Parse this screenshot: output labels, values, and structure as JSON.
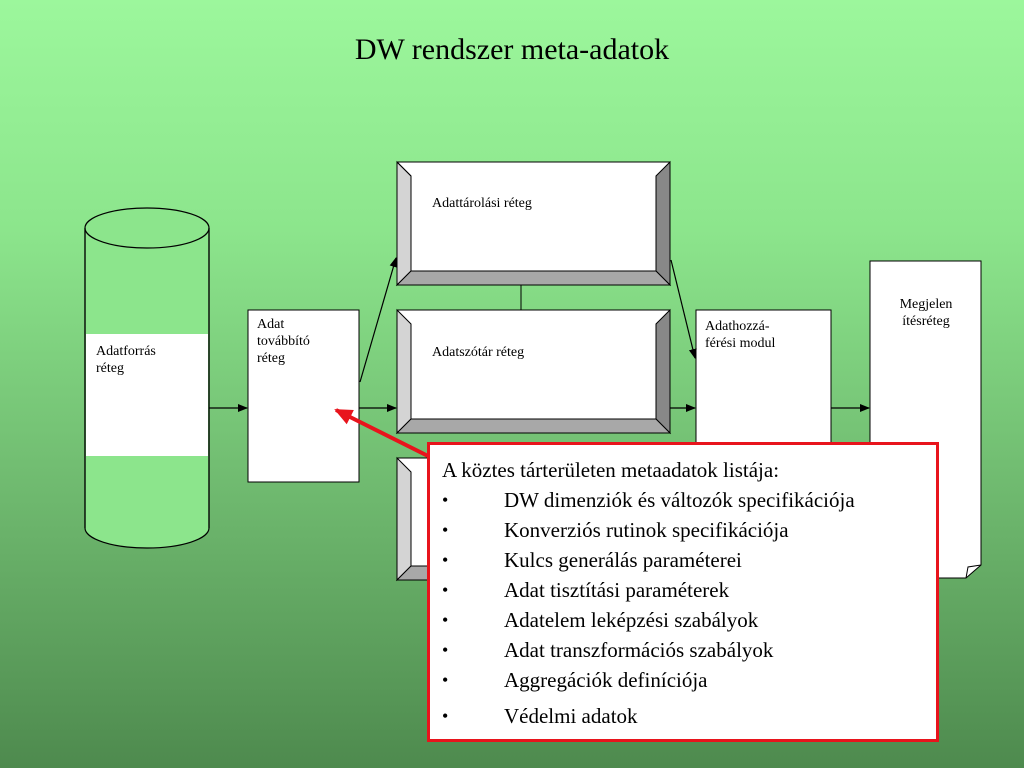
{
  "slide": {
    "title": "DW rendszer meta-adatok"
  },
  "nodes": {
    "datasource": "Adatforrás\nréteg",
    "transfer": "Adat\ntovábbító\nréteg",
    "storage": "Adattárolási réteg",
    "dictionary": "Adatszótár réteg",
    "access": "Adathozzá-\nférési modul",
    "presentation": "Megjelen\nítésréteg"
  },
  "callout": {
    "title": "A köztes tárterületen metaadatok listája:",
    "bullet": "•",
    "items": [
      "DW dimenziók és változók specifikációja",
      "Konverziós rutinok specifikációja",
      "Kulcs generálás paraméterei",
      "Adat tisztítási paraméterek",
      "Adatelem leképzési szabályok",
      "Adat transzformációs szabályok",
      "Aggregációk definíciója",
      "Védelmi adatok"
    ]
  },
  "colors": {
    "callout_border": "#e8141c",
    "callout_arrow": "#e8141c",
    "box_bevel_dark": "#888888",
    "box_bevel_light": "#d4d4d4"
  }
}
